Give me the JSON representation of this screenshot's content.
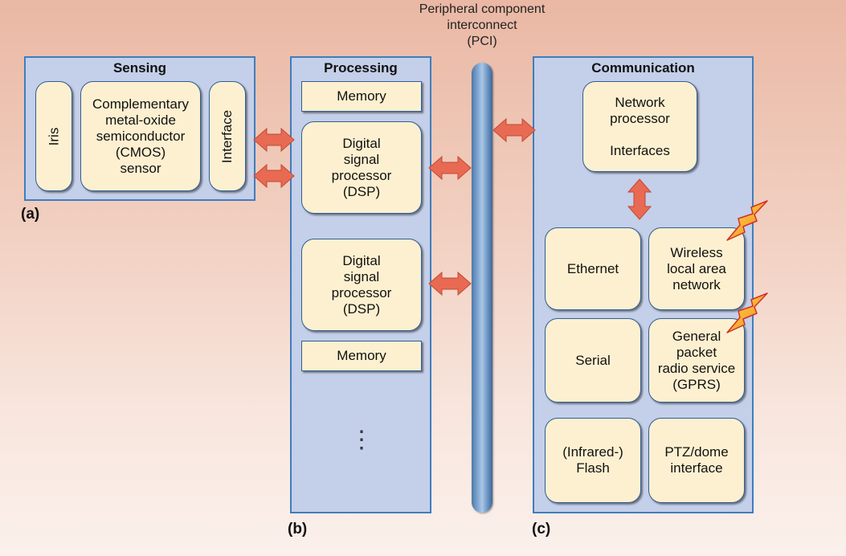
{
  "bus": {
    "label": "Peripheral component\ninterconnect\n(PCI)"
  },
  "sensing": {
    "title": "Sensing",
    "iris": "Iris",
    "cmos": "Complementary\nmetal-oxide\nsemiconductor\n(CMOS)\nsensor",
    "interface": "Interface",
    "label": "(a)"
  },
  "processing": {
    "title": "Processing",
    "memory_top": "Memory",
    "dsp1": "Digital\nsignal\nprocessor\n(DSP)",
    "dsp2": "Digital\nsignal\nprocessor\n(DSP)",
    "memory_bottom": "Memory",
    "ellipsis": "⋮",
    "label": "(b)"
  },
  "communication": {
    "title": "Communication",
    "network_processor": "Network\nprocessor\n\nInterfaces",
    "ethernet": "Ethernet",
    "wlan": "Wireless\nlocal area\nnetwork",
    "serial": "Serial",
    "gprs": "General\npacket\nradio service\n(GPRS)",
    "flash": "(Infrared-)\nFlash",
    "ptz": "PTZ/dome\ninterface",
    "label": "(c)"
  },
  "colors": {
    "panel_fill": "#c4cfe9",
    "panel_border": "#3f7dbd",
    "box_fill": "#fdf0d0",
    "arrow": "#e86a52",
    "bolt": "#f0a020"
  }
}
